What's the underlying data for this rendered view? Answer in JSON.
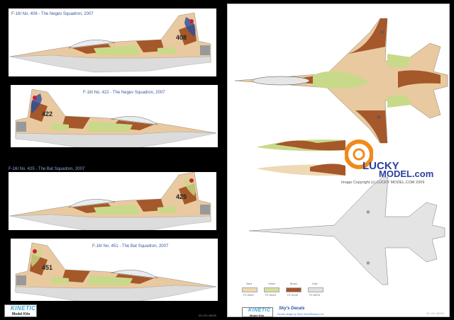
{
  "profiles": [
    {
      "title": "F-16I No. 408 - The Negev Squadron, 2007",
      "tail_number": "408",
      "direction": "left"
    },
    {
      "title": "F-16I No. 422 - The Negev Squadron, 2007",
      "tail_number": "422",
      "direction": "right"
    },
    {
      "title": "F-16I No. 425 - The Bat Squadron, 2007",
      "tail_number": "425",
      "direction": "left"
    },
    {
      "title": "F-16I No. 451 - The Bat Squadron, 2007",
      "tail_number": "451",
      "direction": "right"
    }
  ],
  "colors": {
    "sand": "#e9c9a0",
    "green": "#c9d98a",
    "brown": "#a5582a",
    "grey": "#dcdcdc",
    "star": "#2a4f9e"
  },
  "swatches": [
    {
      "name": "Sand",
      "code": "FS 33531",
      "color": "#efd8b4"
    },
    {
      "name": "Green",
      "code": "FS 34424",
      "color": "#d5e09a"
    },
    {
      "name": "Brown",
      "code": "FS 30140",
      "color": "#a8532a"
    },
    {
      "name": "Grey",
      "code": "FS 36375",
      "color": "#e2e2e2"
    }
  ],
  "watermark": {
    "line1": "LUCKY",
    "line2": "MODEL.com",
    "copyright": "Image Copyright (c) LUCKY MODEL.COM 2009"
  },
  "footer": {
    "brand": "KINETIC",
    "brand_sub": "Model Kits",
    "decals": "Sky's Decals",
    "decals_sub": "Decals design by Sky's Decal/Reissue Ltd.",
    "code_right": "08-103-48006",
    "code_left": "08-103-48005"
  }
}
